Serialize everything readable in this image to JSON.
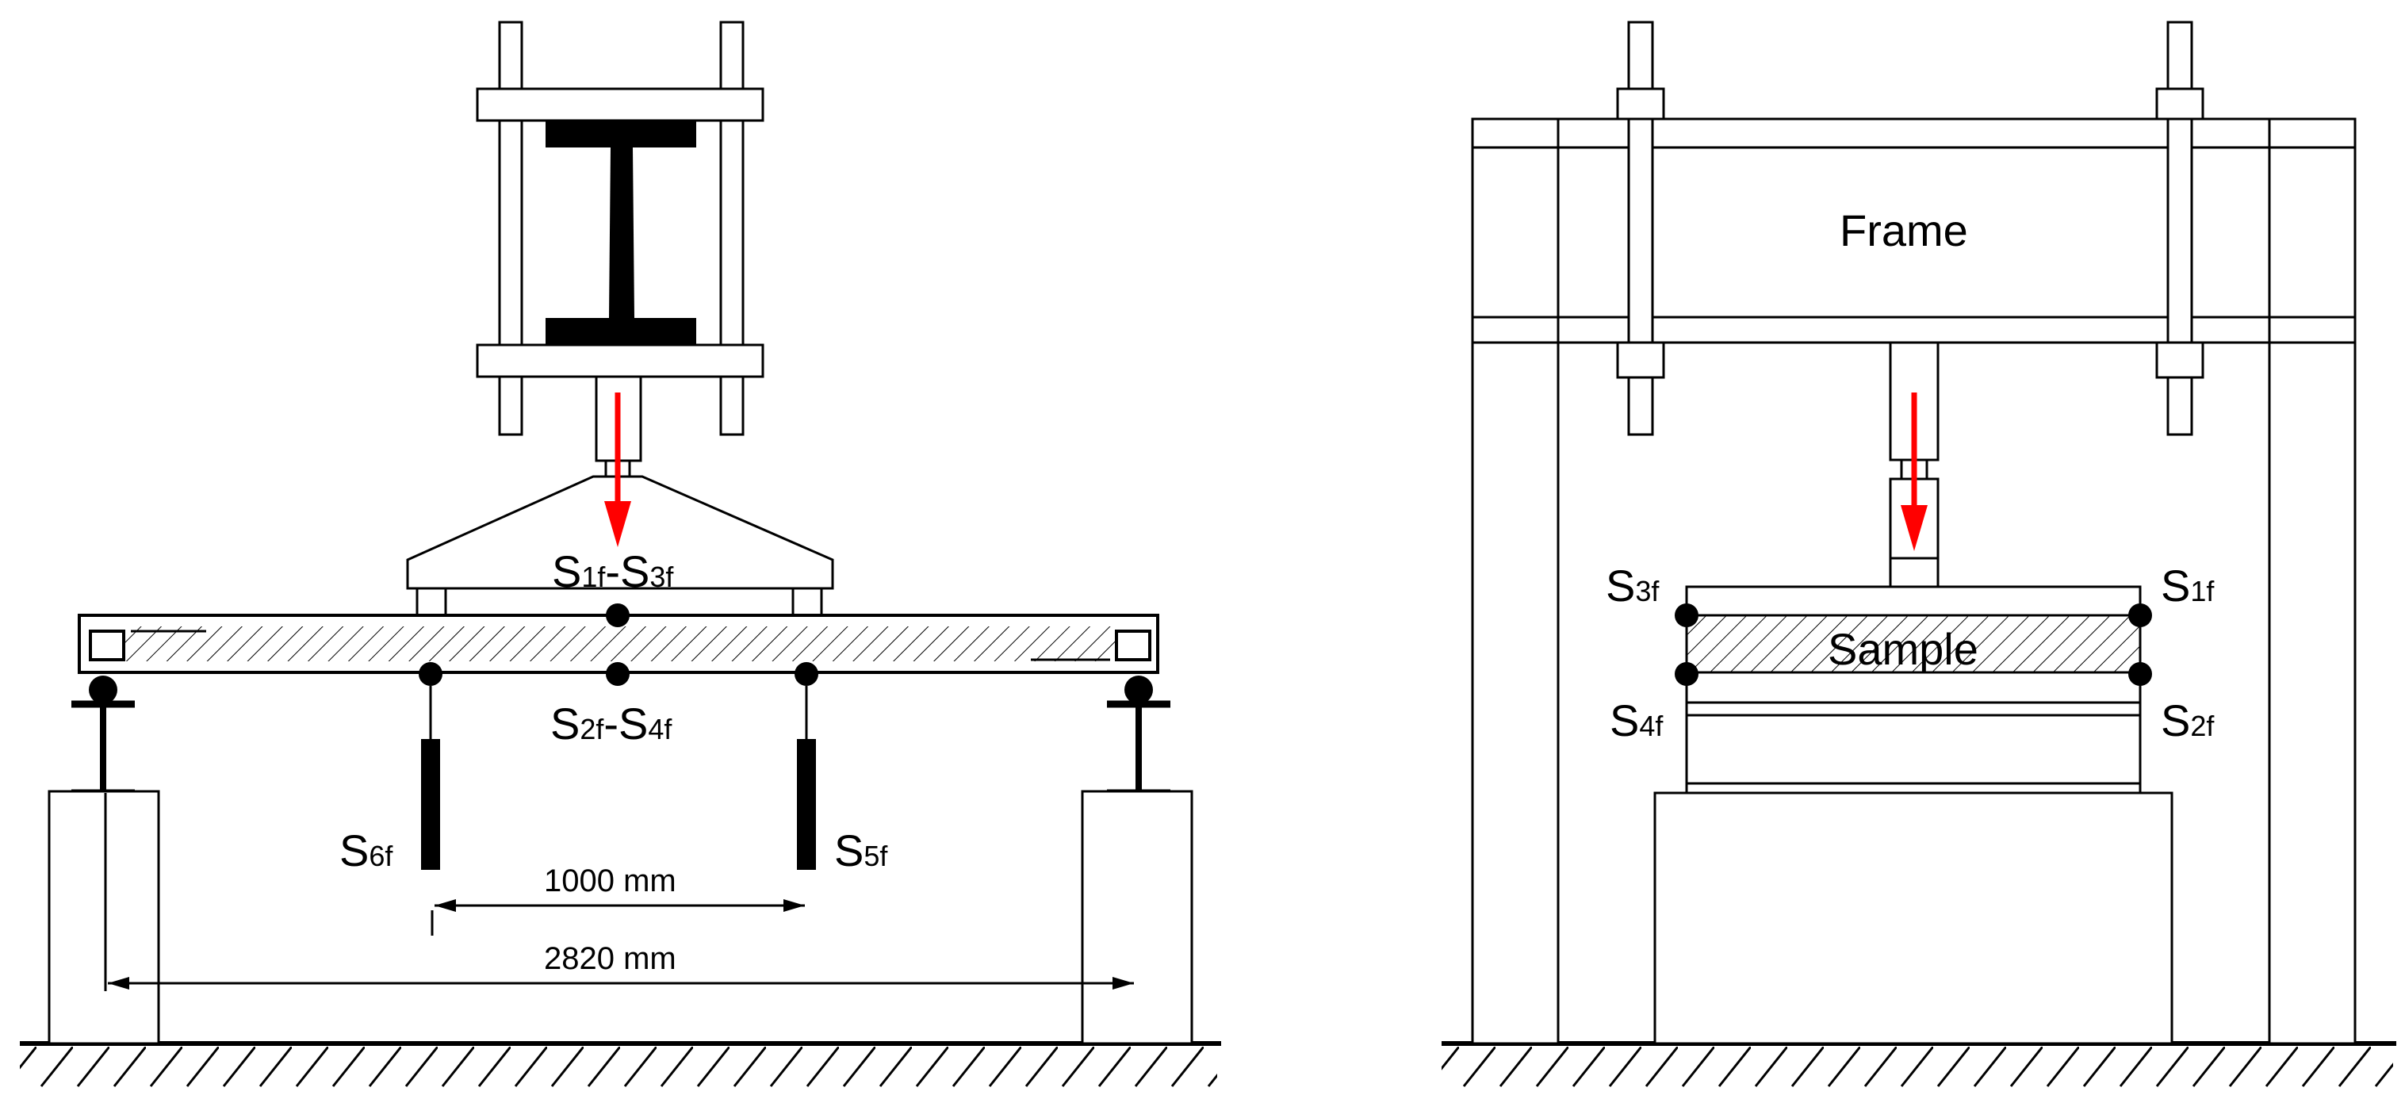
{
  "left_diagram": {
    "sensor_top": {
      "s": "S",
      "a": "1f",
      "dash": "-",
      "s2": "S",
      "b": "3f"
    },
    "sensor_bottom": {
      "s": "S",
      "a": "2f",
      "dash": "-",
      "s2": "S",
      "b": "4f"
    },
    "sensor_left": {
      "s": "S",
      "sub": "6f"
    },
    "sensor_right": {
      "s": "S",
      "sub": "5f"
    },
    "dim_inner": "1000 mm",
    "dim_outer": "2820 mm"
  },
  "right_diagram": {
    "frame_label": "Frame",
    "sample_label": "Sample",
    "sensor_s3f": {
      "s": "S",
      "sub": "3f"
    },
    "sensor_s1f": {
      "s": "S",
      "sub": "1f"
    },
    "sensor_s4f": {
      "s": "S",
      "sub": "4f"
    },
    "sensor_s2f": {
      "s": "S",
      "sub": "2f"
    }
  },
  "colors": {
    "load_arrow": "#ff0000",
    "line": "#000000"
  }
}
